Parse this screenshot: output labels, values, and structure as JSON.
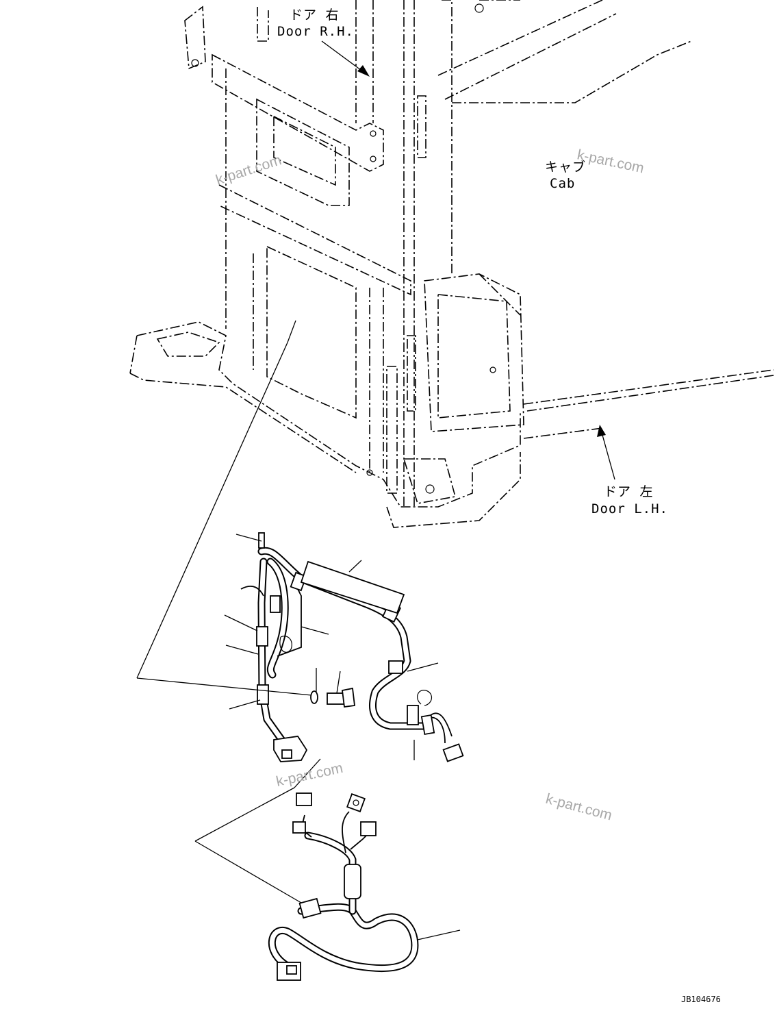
{
  "labels": {
    "door_rh_jp": "ドア 右",
    "door_rh_en": "Door R.H.",
    "cab_jp": "キャブ",
    "cab_en": "Cab",
    "door_lh_jp": "ドア 左",
    "door_lh_en": "Door L.H."
  },
  "watermarks": [
    "k-part.com",
    "k-part.com",
    "k-part.com",
    "k-part.com"
  ],
  "drawing_code": "JB104676",
  "colors": {
    "line": "#000000",
    "watermark": "#a8a8a8",
    "background": "#ffffff"
  }
}
